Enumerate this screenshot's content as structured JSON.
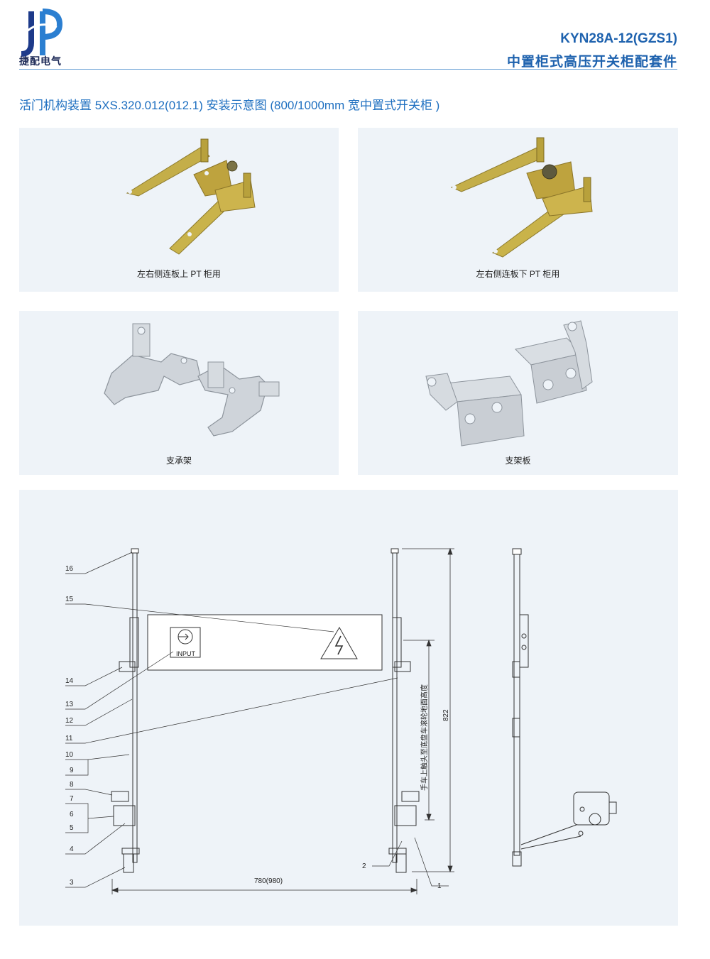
{
  "brand": {
    "logo_letters": "JP",
    "name": "捷配电气"
  },
  "header": {
    "code": "KYN28A-12(GZS1)",
    "title": "中置柜式高压开关柜配套件"
  },
  "section": {
    "title": "活门机构装置 5XS.320.012(012.1) 安装示意图 (800/1000mm 宽中置式开关柜 )"
  },
  "photos": [
    {
      "caption": "左右侧连板上 PT 柜用"
    },
    {
      "caption": "左右侧连板下 PT 柜用"
    },
    {
      "caption": "支承架"
    },
    {
      "caption": "支架板"
    }
  ],
  "diagram": {
    "callouts": [
      "16",
      "15",
      "14",
      "13",
      "12",
      "11",
      "10",
      "9",
      "8",
      "7",
      "6",
      "5",
      "4",
      "3",
      "2",
      "1"
    ],
    "input_label": "INPUT",
    "dim_width": "780(980)",
    "dim_height": "822",
    "vertical_note": "手车上触头至底盘车滚轮地面高度"
  },
  "colors": {
    "accent": "#1e62ae",
    "panel_bg": "#eef3f8",
    "brass": "#c9b34a",
    "steel": "#c9ced4"
  }
}
